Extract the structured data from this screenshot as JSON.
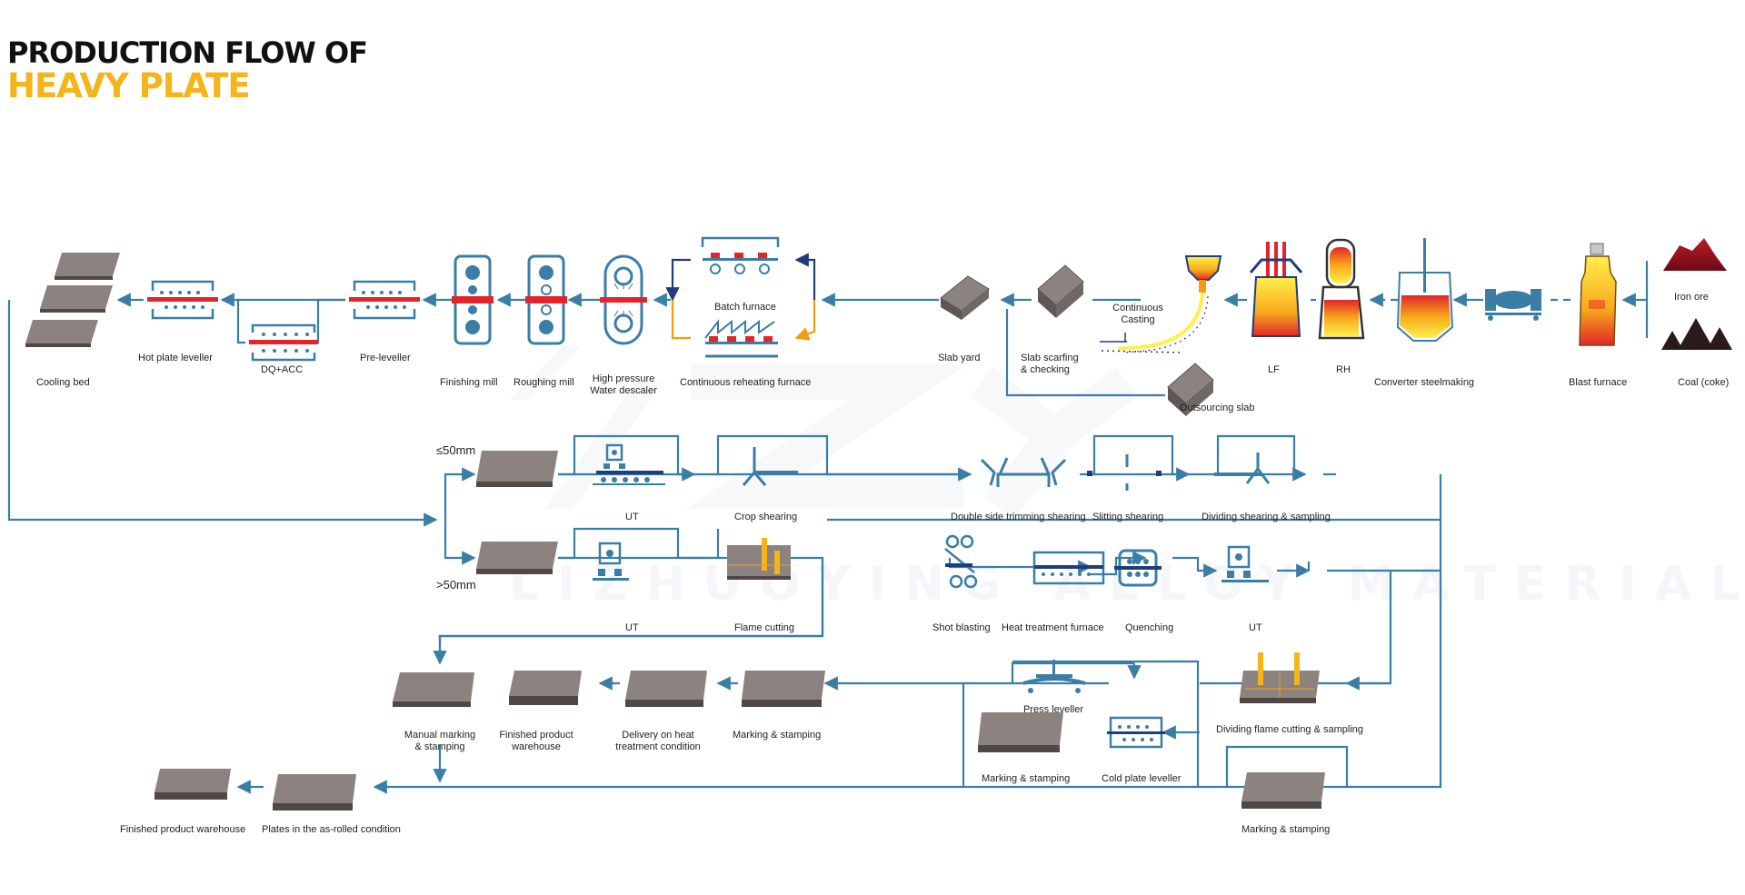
{
  "title": {
    "line1": "PRODUCTION FLOW OF",
    "line2": "HEAVY PLATE"
  },
  "colors": {
    "flow_line": "#3a7ea6",
    "accent_yellow": "#f4b41a",
    "hot_red": "#e3252b",
    "navy": "#1f3d7a",
    "orange": "#f39c12",
    "plate_gray": "#8c8380"
  },
  "watermark": {
    "text": "LIZHUOYING ALLOY MATERIAL",
    "logo": "LZY"
  },
  "row1": {
    "iron_ore": "Iron ore",
    "coal": "Coal (coke)",
    "blast_furnace": "Blast furnace",
    "converter": "Converter steelmaking",
    "rh": "RH",
    "lf": "LF",
    "continuous_casting": "Continuous\nCasting",
    "outsourcing_slab": "Outsourcing slab",
    "slab_scarfing": "Slab scarfing\n& checking",
    "slab_yard": "Slab yard",
    "batch_furnace": "Batch furnace",
    "reheating_furnace": "Continuous reheating furnace",
    "descaler": "High pressure\nWater descaler",
    "roughing_mill": "Roughing mill",
    "finishing_mill": "Finishing mill",
    "pre_leveller": "Pre-leveller",
    "dq_acc": "DQ+ACC",
    "hot_leveller": "Hot plate leveller",
    "cooling_bed": "Cooling bed"
  },
  "row2": {
    "thin_label": "≤50mm",
    "ut": "UT",
    "crop_shearing": "Crop shearing",
    "double_side": "Double side trimming shearing",
    "slitting": "Slitting shearing",
    "dividing": "Dividing shearing & sampling"
  },
  "row3": {
    "thick_label": ">50mm",
    "ut": "UT",
    "flame_cutting": "Flame cutting",
    "shot_blasting": "Shot blasting",
    "heat_treatment": "Heat treatment furnace",
    "quenching": "Quenching",
    "ut2": "UT"
  },
  "row4": {
    "manual_marking": "Manual marking\n& stamping",
    "finished_warehouse": "Finished product\nwarehouse",
    "delivery_heat": "Delivery on heat\ntreatment condition",
    "marking_stamping": "Marking & stamping",
    "press_leveller": "Press leveller",
    "marking_stamping_2": "Marking & stamping",
    "cold_leveller": "Cold plate leveller",
    "dividing_flame": "Dividing flame cutting & sampling"
  },
  "row5": {
    "finished_warehouse": "Finished product warehouse",
    "as_rolled": "Plates in the as-rolled condition",
    "marking_stamping": "Marking & stamping"
  }
}
